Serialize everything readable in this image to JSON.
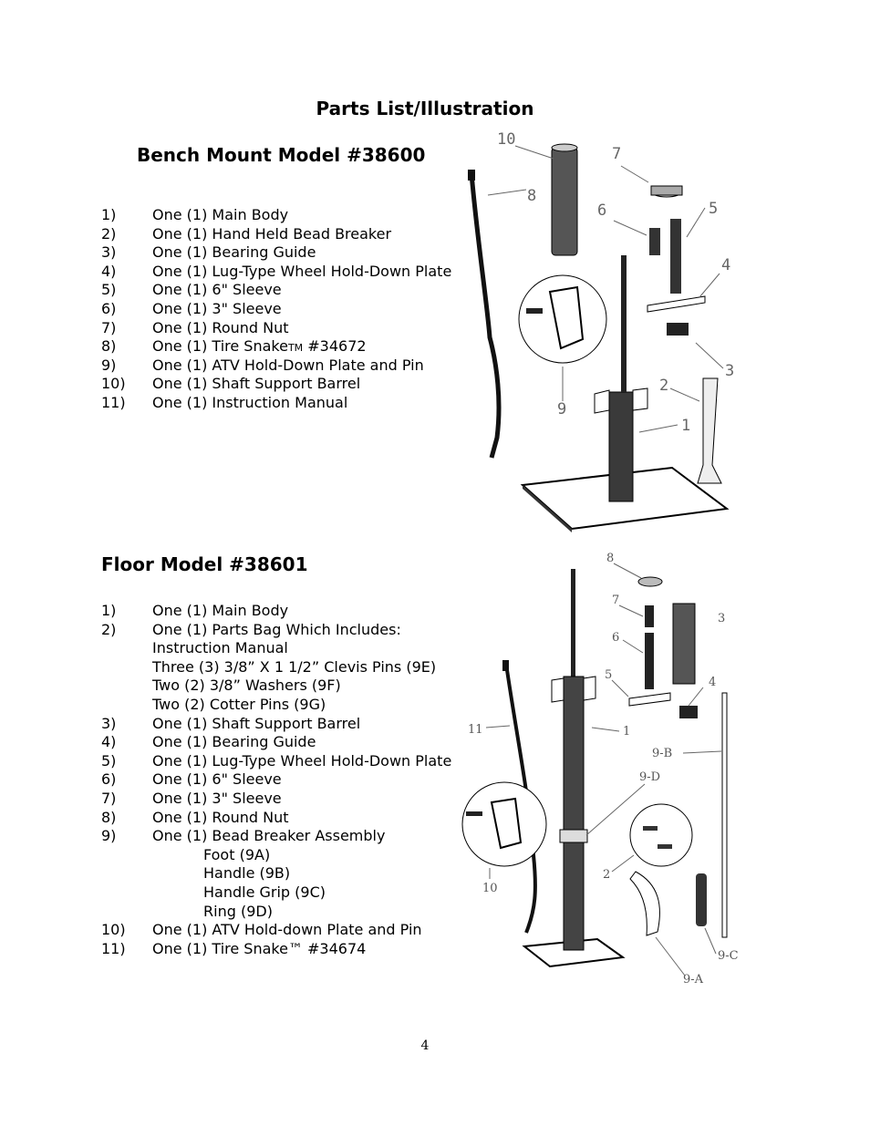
{
  "page": {
    "title": "Parts List/Illustration",
    "page_number": "4"
  },
  "bench": {
    "heading": "Bench Mount Model #38600",
    "items": [
      {
        "num": "1)",
        "text": "One (1) Main Body"
      },
      {
        "num": "2)",
        "text": "One (1) Hand Held Bead Breaker"
      },
      {
        "num": "3)",
        "text": "One (1) Bearing Guide"
      },
      {
        "num": "4)",
        "text": "One (1) Lug-Type Wheel Hold-Down Plate"
      },
      {
        "num": "5)",
        "text": "One (1) 6\" Sleeve"
      },
      {
        "num": "6)",
        "text": "One (1) 3\" Sleeve"
      },
      {
        "num": "7)",
        "text": "One (1) Round Nut"
      },
      {
        "num": "8)",
        "text": "One (1) Tire Snake",
        "tm": "TM",
        "suffix": " #34672"
      },
      {
        "num": "9)",
        "text": "One (1) ATV Hold-Down Plate and Pin"
      },
      {
        "num": "10)",
        "text": "One (1) Shaft Support Barrel"
      },
      {
        "num": "11)",
        "text": "One (1) Instruction Manual"
      }
    ],
    "figure_labels": [
      "10",
      "7",
      "8",
      "6",
      "5",
      "4",
      "3",
      "2",
      "1",
      "9"
    ]
  },
  "floor": {
    "heading": "Floor Model #38601",
    "items": [
      {
        "num": "1)",
        "text": "One (1) Main Body",
        "level": 0
      },
      {
        "num": "2)",
        "text": "One (1) Parts Bag Which Includes:",
        "level": 0
      },
      {
        "num": "",
        "text": "Instruction Manual",
        "level": 1
      },
      {
        "num": "",
        "text": "Three (3) 3/8” X 1 1/2” Clevis Pins (9E)",
        "level": 1
      },
      {
        "num": "",
        "text": "Two (2) 3/8” Washers (9F)",
        "level": 1
      },
      {
        "num": "",
        "text": "Two (2) Cotter Pins (9G)",
        "level": 1
      },
      {
        "num": "3)",
        "text": "One (1) Shaft Support Barrel",
        "level": 0
      },
      {
        "num": "4)",
        "text": "One (1) Bearing Guide",
        "level": 0
      },
      {
        "num": "5)",
        "text": "One (1) Lug-Type Wheel Hold-Down Plate",
        "level": 0
      },
      {
        "num": "6)",
        "text": "One (1) 6\" Sleeve",
        "level": 0
      },
      {
        "num": "7)",
        "text": "One (1) 3\" Sleeve",
        "level": 0
      },
      {
        "num": "8)",
        "text": "One (1) Round Nut",
        "level": 0
      },
      {
        "num": "9)",
        "text": "One (1) Bead Breaker Assembly",
        "level": 0
      },
      {
        "num": "",
        "text": "Foot (9A)",
        "level": 2
      },
      {
        "num": "",
        "text": "Handle (9B)",
        "level": 2
      },
      {
        "num": "",
        "text": "Handle Grip (9C)",
        "level": 2
      },
      {
        "num": "",
        "text": "Ring (9D)",
        "level": 2
      },
      {
        "num": "10)",
        "text": "One (1) ATV Hold-down Plate and Pin",
        "level": 0
      },
      {
        "num": "11)",
        "text": "One (1) Tire Snake™ #34674",
        "level": 0
      }
    ],
    "figure_labels": [
      "8",
      "7",
      "3",
      "6",
      "4",
      "5",
      "11",
      "1",
      "9-B",
      "9-D",
      "2",
      "10",
      "9-C",
      "9-A"
    ]
  }
}
